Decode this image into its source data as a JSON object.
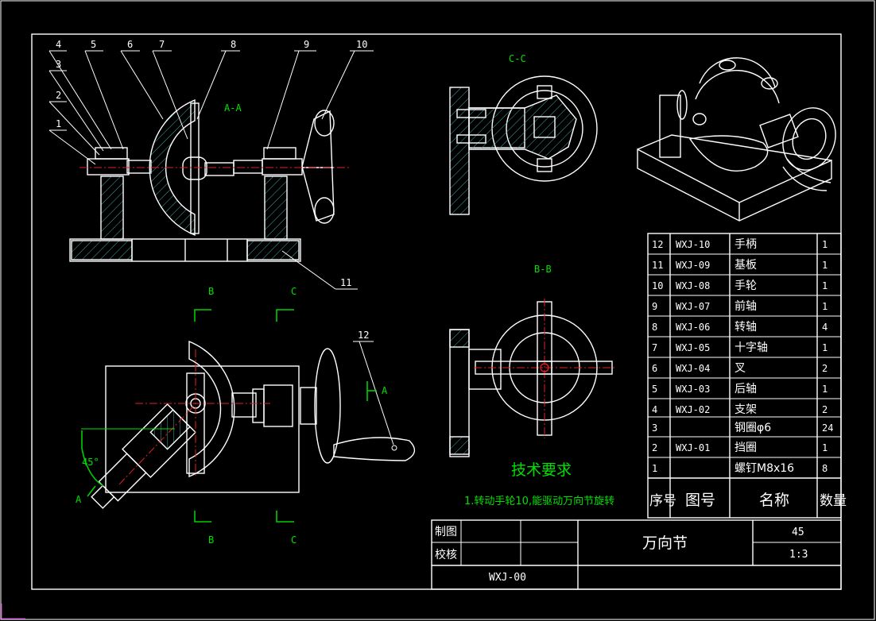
{
  "views": {
    "aa": "A-A",
    "cc": "C-C",
    "bb": "B-B",
    "section_b": "B",
    "section_c": "C",
    "view_a": "A",
    "angle": "45°"
  },
  "callouts": [
    "1",
    "2",
    "3",
    "4",
    "5",
    "6",
    "7",
    "8",
    "9",
    "10",
    "11",
    "12"
  ],
  "tech": {
    "title": "技术要求",
    "item1": "1.转动手轮10,能驱动万向节旋转"
  },
  "bom": {
    "rows": [
      {
        "no": "12",
        "code": "WXJ-10",
        "name": "手柄",
        "qty": "1"
      },
      {
        "no": "11",
        "code": "WXJ-09",
        "name": "基板",
        "qty": "1"
      },
      {
        "no": "10",
        "code": "WXJ-08",
        "name": "手轮",
        "qty": "1"
      },
      {
        "no": "9",
        "code": "WXJ-07",
        "name": "前轴",
        "qty": "1"
      },
      {
        "no": "8",
        "code": "WXJ-06",
        "name": "转轴",
        "qty": "4"
      },
      {
        "no": "7",
        "code": "WXJ-05",
        "name": "十字轴",
        "qty": "1"
      },
      {
        "no": "6",
        "code": "WXJ-04",
        "name": "叉",
        "qty": "2"
      },
      {
        "no": "5",
        "code": "WXJ-03",
        "name": "后轴",
        "qty": "1"
      },
      {
        "no": "4",
        "code": "WXJ-02",
        "name": "支架",
        "qty": "2"
      },
      {
        "no": "3",
        "code": "",
        "name": "钢圈φ6",
        "qty": "24"
      },
      {
        "no": "2",
        "code": "WXJ-01",
        "name": "挡圈",
        "qty": "1"
      },
      {
        "no": "1",
        "code": "",
        "name": "螺钉M8x16",
        "qty": "8"
      }
    ],
    "header": {
      "no": "序号",
      "code": "图号",
      "name": "名称",
      "qty": "数量"
    }
  },
  "title_block": {
    "drawn": "制图",
    "checked": "校核",
    "title": "万向节",
    "material": "45",
    "scale": "1:3",
    "drawing_no": "WXJ-00"
  },
  "colors": {
    "line": "#ffffff",
    "dim": "#00e000",
    "center": "#e02020",
    "background": "#000000"
  }
}
